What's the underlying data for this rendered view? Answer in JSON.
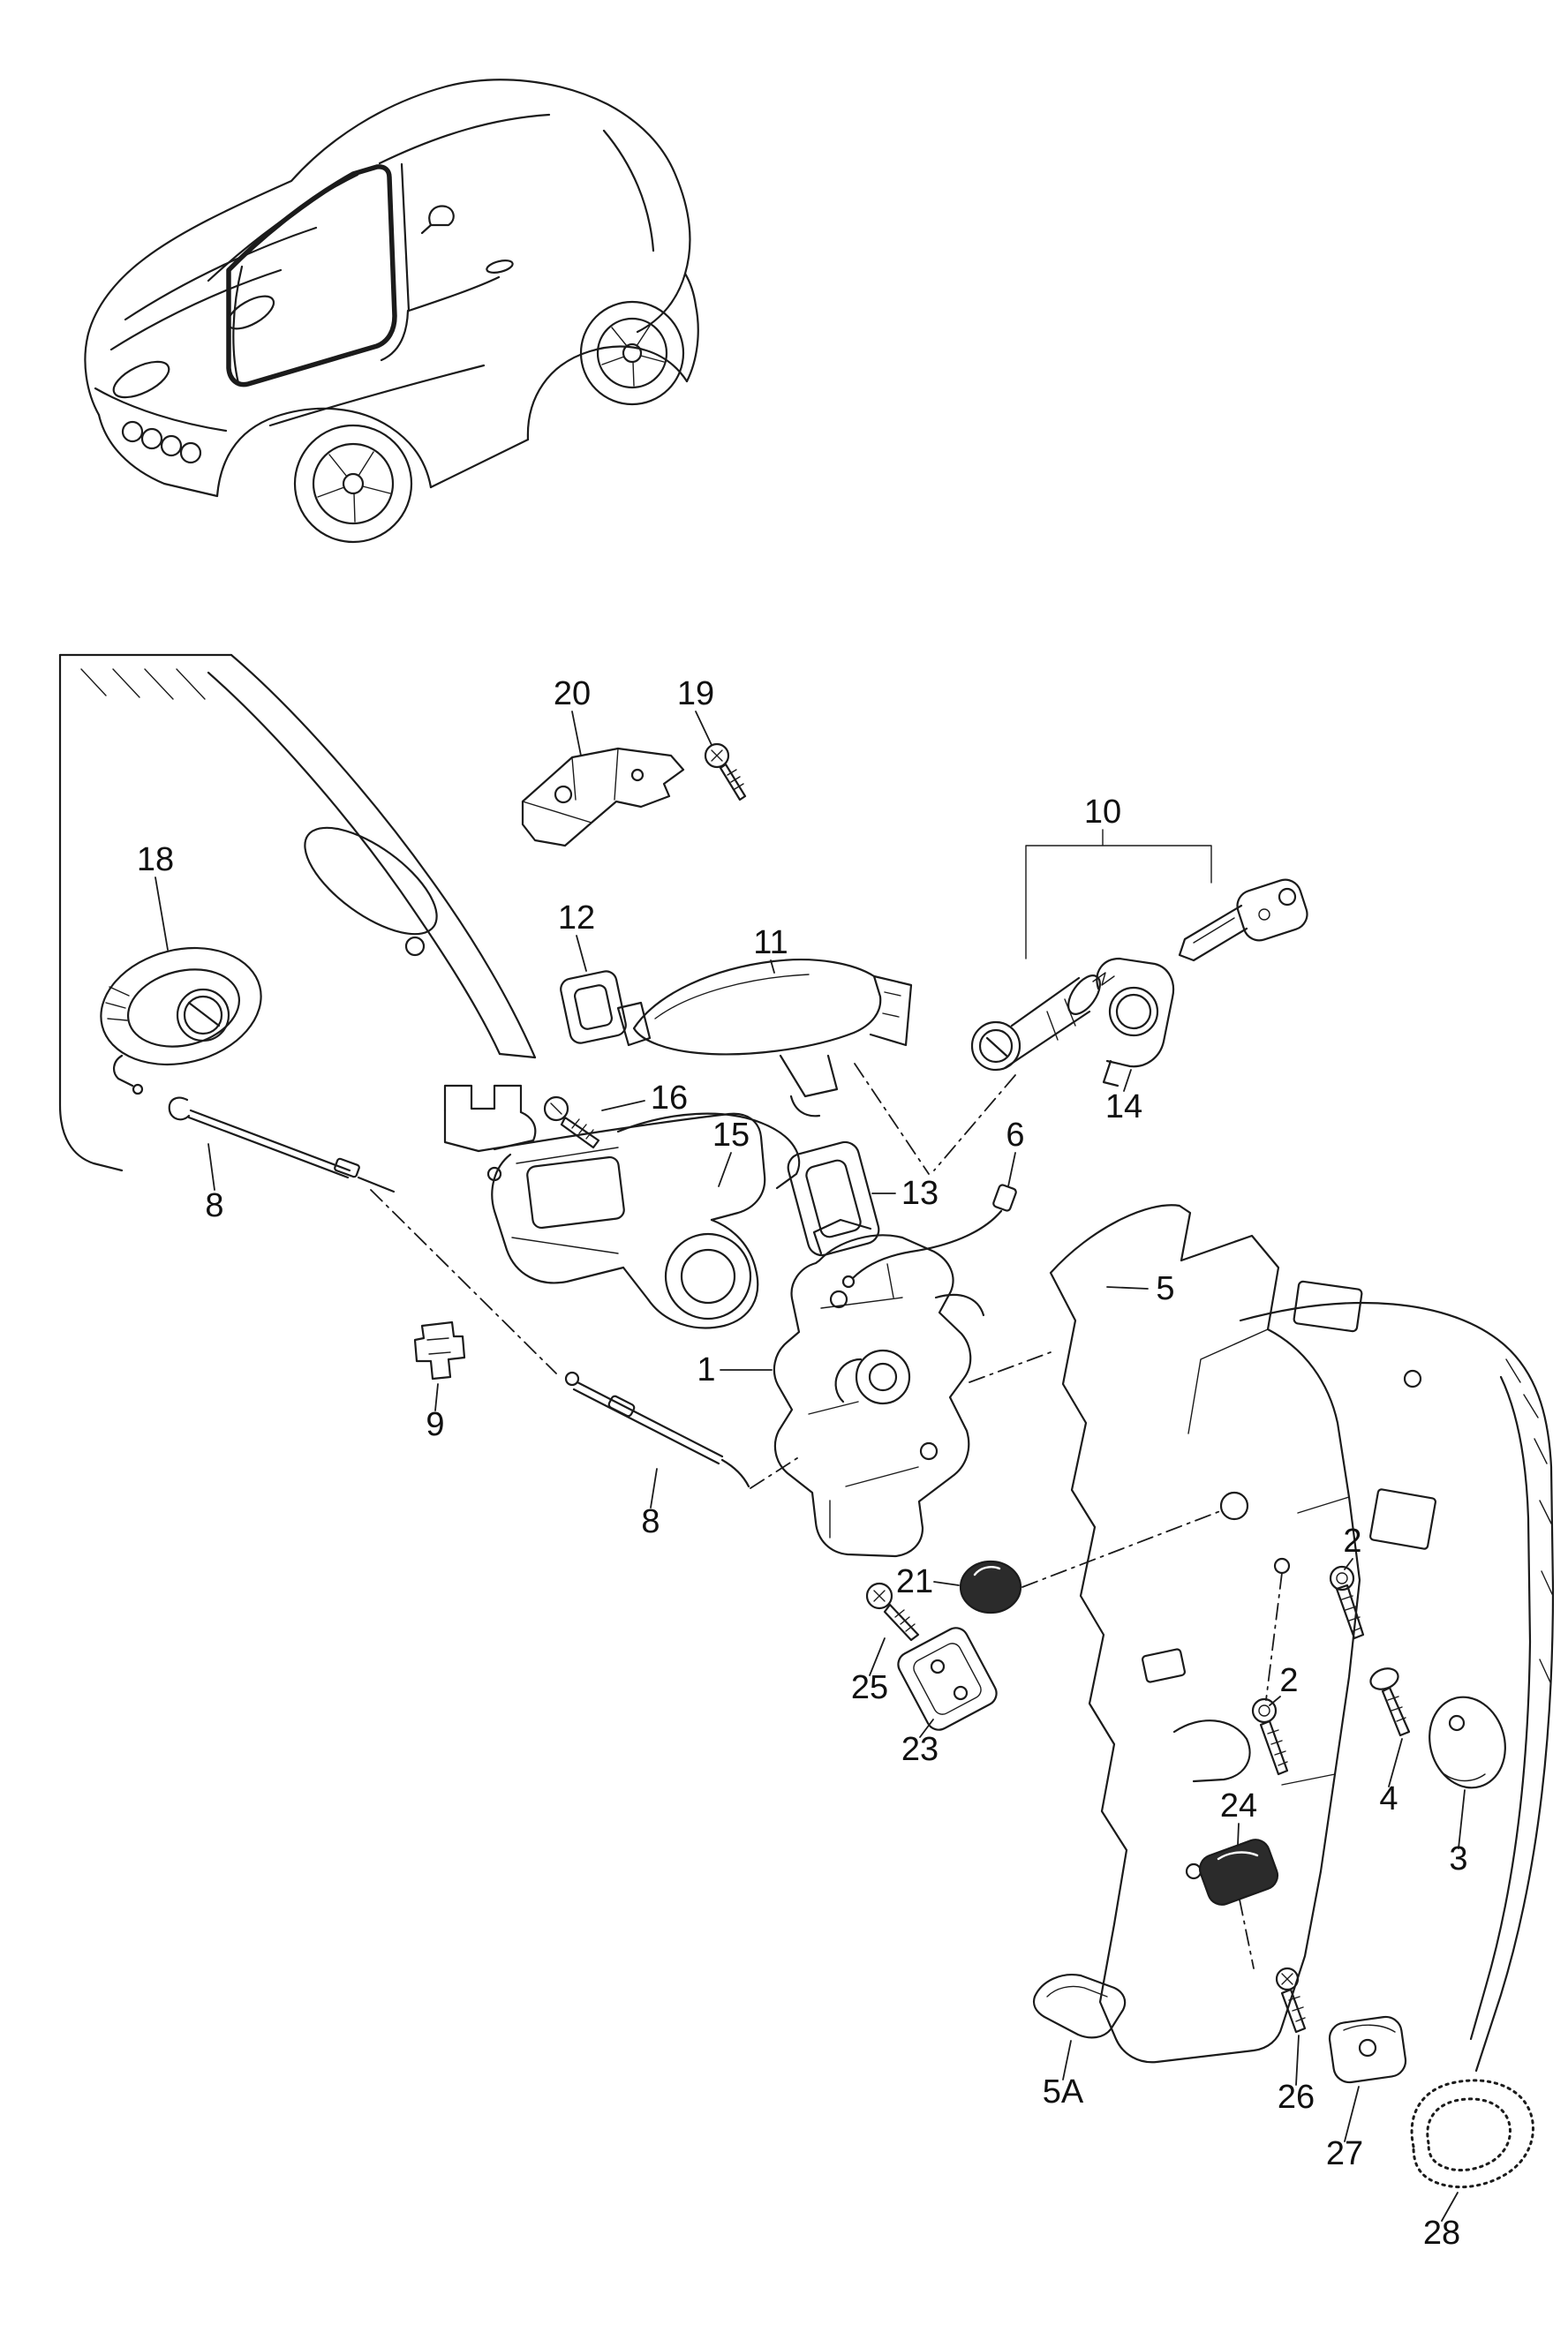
{
  "page": {
    "background": "#ffffff",
    "ink": "#1b1b1b",
    "dark_part_fill": "#2b2b2b"
  },
  "callouts": [
    {
      "id": "c20",
      "label": "20"
    },
    {
      "id": "c19",
      "label": "19"
    },
    {
      "id": "c18",
      "label": "18"
    },
    {
      "id": "c12",
      "label": "12"
    },
    {
      "id": "c11",
      "label": "11"
    },
    {
      "id": "c10",
      "label": "10"
    },
    {
      "id": "c14",
      "label": "14"
    },
    {
      "id": "c16",
      "label": "16"
    },
    {
      "id": "c15",
      "label": "15"
    },
    {
      "id": "c13",
      "label": "13"
    },
    {
      "id": "c6",
      "label": "6"
    },
    {
      "id": "c8a",
      "label": "8"
    },
    {
      "id": "c9",
      "label": "9"
    },
    {
      "id": "c1",
      "label": "1"
    },
    {
      "id": "c8b",
      "label": "8"
    },
    {
      "id": "c5",
      "label": "5"
    },
    {
      "id": "c2a",
      "label": "2"
    },
    {
      "id": "c21",
      "label": "21"
    },
    {
      "id": "c25",
      "label": "25"
    },
    {
      "id": "c23",
      "label": "23"
    },
    {
      "id": "c2b",
      "label": "2"
    },
    {
      "id": "c4",
      "label": "4"
    },
    {
      "id": "c3",
      "label": "3"
    },
    {
      "id": "c24",
      "label": "24"
    },
    {
      "id": "c5A",
      "label": "5A"
    },
    {
      "id": "c26",
      "label": "26"
    },
    {
      "id": "c27",
      "label": "27"
    },
    {
      "id": "c28",
      "label": "28"
    }
  ]
}
